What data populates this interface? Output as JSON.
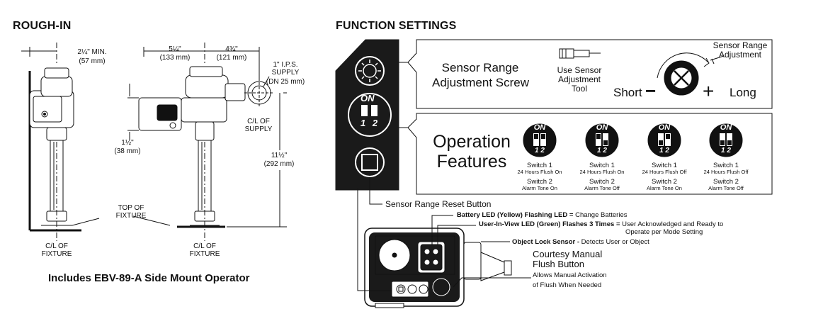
{
  "rough_in": {
    "title": "ROUGH-IN",
    "dim_min_width": "2¼\" MIN.",
    "dim_min_width_mm": "(57 mm)",
    "dim_left": "5¼\"",
    "dim_left_mm": "(133 mm)",
    "dim_right": "4¾\"",
    "dim_right_mm": "(121 mm)",
    "supply_label_1": "1\" I.P.S.",
    "supply_label_2": "SUPPLY",
    "supply_label_mm": "(DN 25 mm)",
    "cl_supply_1": "C/L OF",
    "cl_supply_2": "SUPPLY",
    "dim_small": "1½\"",
    "dim_small_mm": "(38 mm)",
    "dim_height": "11½\"",
    "dim_height_mm": "(292 mm)",
    "top_fixture_1": "TOP OF",
    "top_fixture_2": "FIXTURE",
    "cl_fixture_left_1": "C/L OF",
    "cl_fixture_left_2": "FIXTURE",
    "cl_fixture_right_1": "C/L OF",
    "cl_fixture_right_2": "FIXTURE",
    "caption": "Includes EBV-89-A Side Mount Operator"
  },
  "function_settings": {
    "title": "FUNCTION SETTINGS",
    "sensor_range": {
      "label_line1": "Sensor Range",
      "label_line2": "Adjustment Screw",
      "tool_line1": "Use Sensor",
      "tool_line2": "Adjustment",
      "tool_line3": "Tool",
      "adj_line1": "Sensor Range",
      "adj_line2": "Adjustment",
      "short": "Short",
      "long": "Long",
      "minus": "−",
      "plus": "+"
    },
    "operation": {
      "label_line1": "Operation",
      "label_line2": "Features",
      "switch_on": "ON",
      "switch_nums": "1 2",
      "modes": [
        {
          "s1": "Switch 1",
          "s1_desc": "24 Hours Flush On",
          "s2": "Switch 2",
          "s2_desc": "Alarm Tone On"
        },
        {
          "s1": "Switch 1",
          "s1_desc": "24 Hours Flush On",
          "s2": "Switch 2",
          "s2_desc": "Alarm Tone Off"
        },
        {
          "s1": "Switch 1",
          "s1_desc": "24 Hours Flush Off",
          "s2": "Switch 2",
          "s2_desc": "Alarm Tone On"
        },
        {
          "s1": "Switch 1",
          "s1_desc": "24 Hours Flush Off",
          "s2": "Switch 2",
          "s2_desc": "Alarm Tone Off"
        }
      ]
    },
    "reset_button": "Sensor Range Reset Button",
    "battery_led_bold": "Battery LED (Yellow) Flashing LED =",
    "battery_led_text": "Change Batteries",
    "user_led_bold": "User-In-View LED (Green) Flashes 3 Times =",
    "user_led_text_1": "User Acknowledged and Ready to",
    "user_led_text_2": "Operate per Mode Setting",
    "object_lock_bold": "Object Lock Sensor -",
    "object_lock_text": "Detects User or Object",
    "courtesy_1": "Courtesy Manual",
    "courtesy_2": "Flush Button",
    "courtesy_3": "Allows Manual Activation",
    "courtesy_4": "of Flush When Needed"
  }
}
